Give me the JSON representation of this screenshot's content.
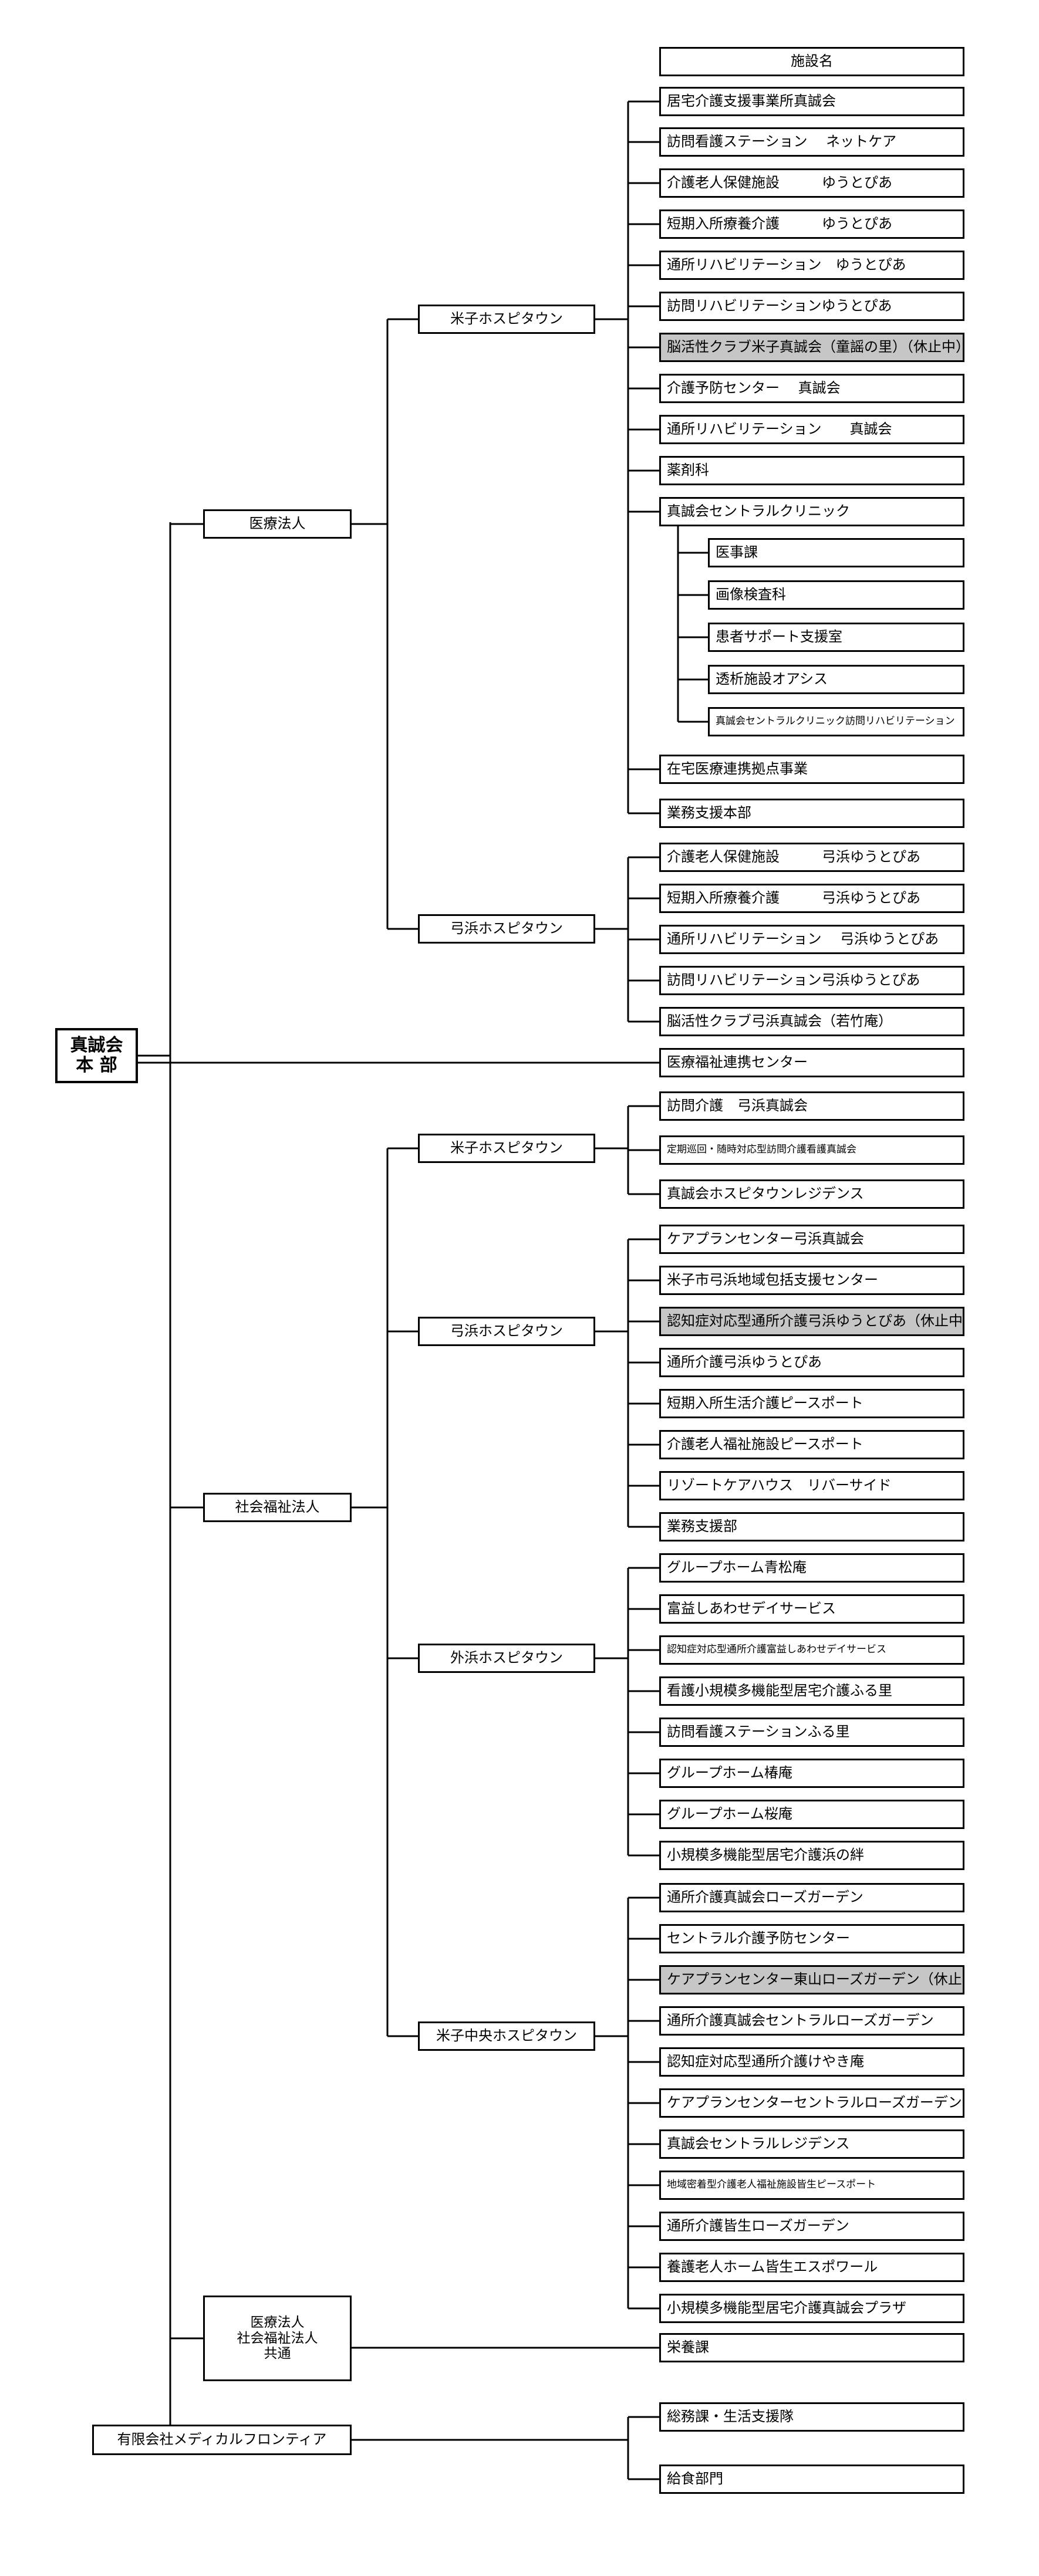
{
  "root": {
    "line1": "真誠会",
    "line2": "本 部"
  },
  "header": "施設名",
  "l1": {
    "medical": "医療法人",
    "welfare": "社会福祉法人",
    "common": [
      "医療法人",
      "社会福祉法人",
      "共通"
    ],
    "company": "有限会社メディカルフロンティア"
  },
  "l2": {
    "m_yonago": "米子ホスピタウン",
    "m_yumigahama": "弓浜ホスピタウン",
    "w_yonago": "米子ホスピタウン",
    "w_yumigahama": "弓浜ホスピタウン",
    "w_sotohama": "外浜ホスピタウン",
    "w_chuo": "米子中央ホスピタウン"
  },
  "facilities": {
    "m_yonago": [
      "居宅介護支援事業所真誠会",
      "訪問看護ステーション　 ネットケア",
      "介護老人保健施設　　　ゆうとぴあ",
      "短期入所療養介護　　　ゆうとぴあ",
      "通所リハビリテーション　ゆうとぴあ",
      "訪問リハビリテーションゆうとぴあ",
      "脳活性クラブ米子真誠会（童謡の里）（休止中）",
      "介護予防センター　 真誠会",
      "通所リハビリテーション　　真誠会",
      "薬剤科",
      "真誠会セントラルクリニック"
    ],
    "clinic": [
      "医事課",
      "画像検査科",
      "患者サポート支援室",
      "透析施設オアシス",
      "真誠会セントラルクリニック訪問リハビリテーション"
    ],
    "m_yonago_after": [
      "在宅医療連携拠点事業",
      "業務支援本部"
    ],
    "m_yumigahama": [
      "介護老人保健施設　　　弓浜ゆうとぴあ",
      "短期入所療養介護　　　弓浜ゆうとぴあ",
      "通所リハビリテーション　 弓浜ゆうとぴあ",
      "訪問リハビリテーション弓浜ゆうとぴあ",
      "脳活性クラブ弓浜真誠会（若竹庵）"
    ],
    "renkei": "医療福祉連携センター",
    "w_yonago": [
      "訪問介護　弓浜真誠会",
      "定期巡回・随時対応型訪問介護看護真誠会",
      "真誠会ホスピタウンレジデンス"
    ],
    "w_yumigahama": [
      "ケアプランセンター弓浜真誠会",
      "米子市弓浜地域包括支援センター",
      "認知症対応型通所介護弓浜ゆうとぴあ（休止中）",
      "通所介護弓浜ゆうとぴあ",
      "短期入所生活介護ピースポート",
      "介護老人福祉施設ピースポート",
      "リゾートケアハウス　リバーサイド",
      "業務支援部"
    ],
    "w_sotohama": [
      "グループホーム青松庵",
      "富益しあわせデイサービス",
      "認知症対応型通所介護富益しあわせデイサービス",
      "看護小規模多機能型居宅介護ふる里",
      "訪問看護ステーションふる里",
      "グループホーム椿庵",
      "グループホーム桜庵",
      "小規模多機能型居宅介護浜の絆"
    ],
    "w_chuo": [
      "通所介護真誠会ローズガーデン",
      "セントラル介護予防センター",
      "ケアプランセンター東山ローズガーデン（休止中）",
      "通所介護真誠会セントラルローズガーデン",
      "認知症対応型通所介護けやき庵",
      "ケアプランセンターセントラルローズガーデン",
      "真誠会セントラルレジデンス",
      "地域密着型介護老人福祉施設皆生ピースポート",
      "通所介護皆生ローズガーデン",
      "養護老人ホーム皆生エスポワール",
      "小規模多機能型居宅介護真誠会プラザ"
    ],
    "common": [
      "栄養課"
    ],
    "company": [
      "総務課・生活支援隊",
      "給食部門"
    ]
  },
  "inactive_color": "#c6c6c6"
}
